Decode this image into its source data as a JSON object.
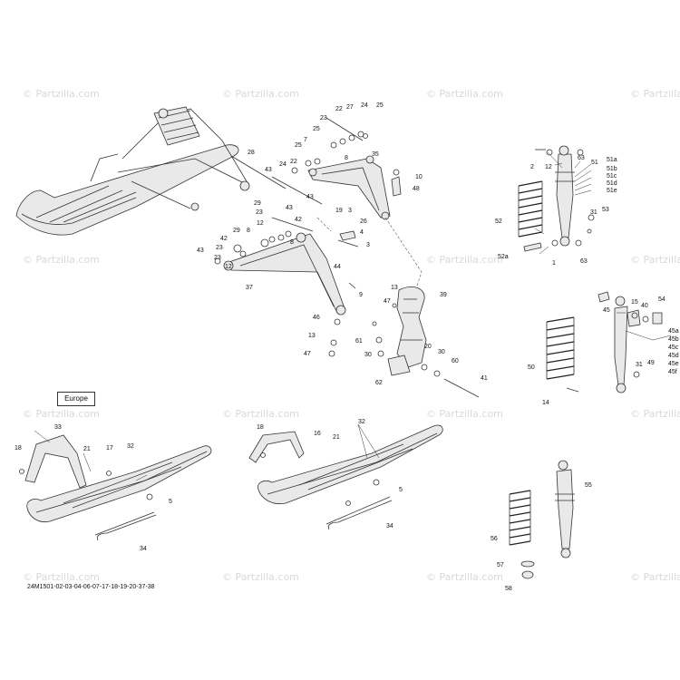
{
  "watermark": "© Partzilla.com",
  "center_watermark": "© Partzilla.com",
  "region_label": "Europe",
  "diagram_code": "24M1501-02-03-04-06-07-17-18-19-20-37-38",
  "callouts": [
    {
      "id": "22",
      "text": "22"
    },
    {
      "id": "27",
      "text": "27"
    },
    {
      "id": "24a",
      "text": "24"
    },
    {
      "id": "25a",
      "text": "25"
    },
    {
      "id": "23a",
      "text": "23"
    },
    {
      "id": "25b",
      "text": "25"
    },
    {
      "id": "7",
      "text": "7"
    },
    {
      "id": "25c",
      "text": "25"
    },
    {
      "id": "35",
      "text": "35"
    },
    {
      "id": "28",
      "text": "28"
    },
    {
      "id": "43a",
      "text": "43"
    },
    {
      "id": "24b",
      "text": "24"
    },
    {
      "id": "22b",
      "text": "22"
    },
    {
      "id": "8a",
      "text": "8"
    },
    {
      "id": "10",
      "text": "10"
    },
    {
      "id": "48",
      "text": "48"
    },
    {
      "id": "43b",
      "text": "43"
    },
    {
      "id": "29a",
      "text": "29"
    },
    {
      "id": "23b",
      "text": "23"
    },
    {
      "id": "43c",
      "text": "43"
    },
    {
      "id": "19",
      "text": "19"
    },
    {
      "id": "3a",
      "text": "3"
    },
    {
      "id": "26",
      "text": "26"
    },
    {
      "id": "12a",
      "text": "12"
    },
    {
      "id": "42a",
      "text": "42"
    },
    {
      "id": "8b",
      "text": "8"
    },
    {
      "id": "4a",
      "text": "4"
    },
    {
      "id": "29b",
      "text": "29"
    },
    {
      "id": "42b",
      "text": "42"
    },
    {
      "id": "23c",
      "text": "23"
    },
    {
      "id": "8c",
      "text": "8"
    },
    {
      "id": "3b",
      "text": "3"
    },
    {
      "id": "43d",
      "text": "43"
    },
    {
      "id": "23d",
      "text": "23"
    },
    {
      "id": "12b",
      "text": "12"
    },
    {
      "id": "44",
      "text": "44"
    },
    {
      "id": "37",
      "text": "37"
    },
    {
      "id": "9",
      "text": "9"
    },
    {
      "id": "39",
      "text": "39"
    },
    {
      "id": "13a",
      "text": "13"
    },
    {
      "id": "47a",
      "text": "47"
    },
    {
      "id": "46",
      "text": "46"
    },
    {
      "id": "13b",
      "text": "13"
    },
    {
      "id": "47b",
      "text": "47"
    },
    {
      "id": "61",
      "text": "61"
    },
    {
      "id": "20",
      "text": "20"
    },
    {
      "id": "30a",
      "text": "30"
    },
    {
      "id": "30b",
      "text": "30"
    },
    {
      "id": "60",
      "text": "60"
    },
    {
      "id": "62",
      "text": "62"
    },
    {
      "id": "41",
      "text": "41"
    },
    {
      "id": "2",
      "text": "2"
    },
    {
      "id": "12c",
      "text": "12"
    },
    {
      "id": "63a",
      "text": "63"
    },
    {
      "id": "51",
      "text": "51"
    },
    {
      "id": "51a",
      "text": "51a"
    },
    {
      "id": "51b",
      "text": "51b"
    },
    {
      "id": "51c",
      "text": "51c"
    },
    {
      "id": "51d",
      "text": "51d"
    },
    {
      "id": "51e",
      "text": "51e"
    },
    {
      "id": "52",
      "text": "52"
    },
    {
      "id": "31a",
      "text": "31"
    },
    {
      "id": "53",
      "text": "53"
    },
    {
      "id": "52a",
      "text": "52a"
    },
    {
      "id": "1",
      "text": "1"
    },
    {
      "id": "63b",
      "text": "63"
    },
    {
      "id": "15",
      "text": "15"
    },
    {
      "id": "54",
      "text": "54"
    },
    {
      "id": "45",
      "text": "45"
    },
    {
      "id": "40",
      "text": "40"
    },
    {
      "id": "45a",
      "text": "45a"
    },
    {
      "id": "45b",
      "text": "45b"
    },
    {
      "id": "45c",
      "text": "45c"
    },
    {
      "id": "45d",
      "text": "45d"
    },
    {
      "id": "45e",
      "text": "45e"
    },
    {
      "id": "45f",
      "text": "45f"
    },
    {
      "id": "50",
      "text": "50"
    },
    {
      "id": "31b",
      "text": "31"
    },
    {
      "id": "49",
      "text": "49"
    },
    {
      "id": "14",
      "text": "14"
    },
    {
      "id": "33",
      "text": "33"
    },
    {
      "id": "18a",
      "text": "18"
    },
    {
      "id": "21a",
      "text": "21"
    },
    {
      "id": "17",
      "text": "17"
    },
    {
      "id": "32a",
      "text": "32"
    },
    {
      "id": "5a",
      "text": "5"
    },
    {
      "id": "34a",
      "text": "34"
    },
    {
      "id": "18b",
      "text": "18"
    },
    {
      "id": "16",
      "text": "16"
    },
    {
      "id": "21b",
      "text": "21"
    },
    {
      "id": "32b",
      "text": "32"
    },
    {
      "id": "5b",
      "text": "5"
    },
    {
      "id": "34b",
      "text": "34"
    },
    {
      "id": "55",
      "text": "55"
    },
    {
      "id": "56",
      "text": "56"
    },
    {
      "id": "57",
      "text": "57"
    },
    {
      "id": "58",
      "text": "58"
    }
  ]
}
